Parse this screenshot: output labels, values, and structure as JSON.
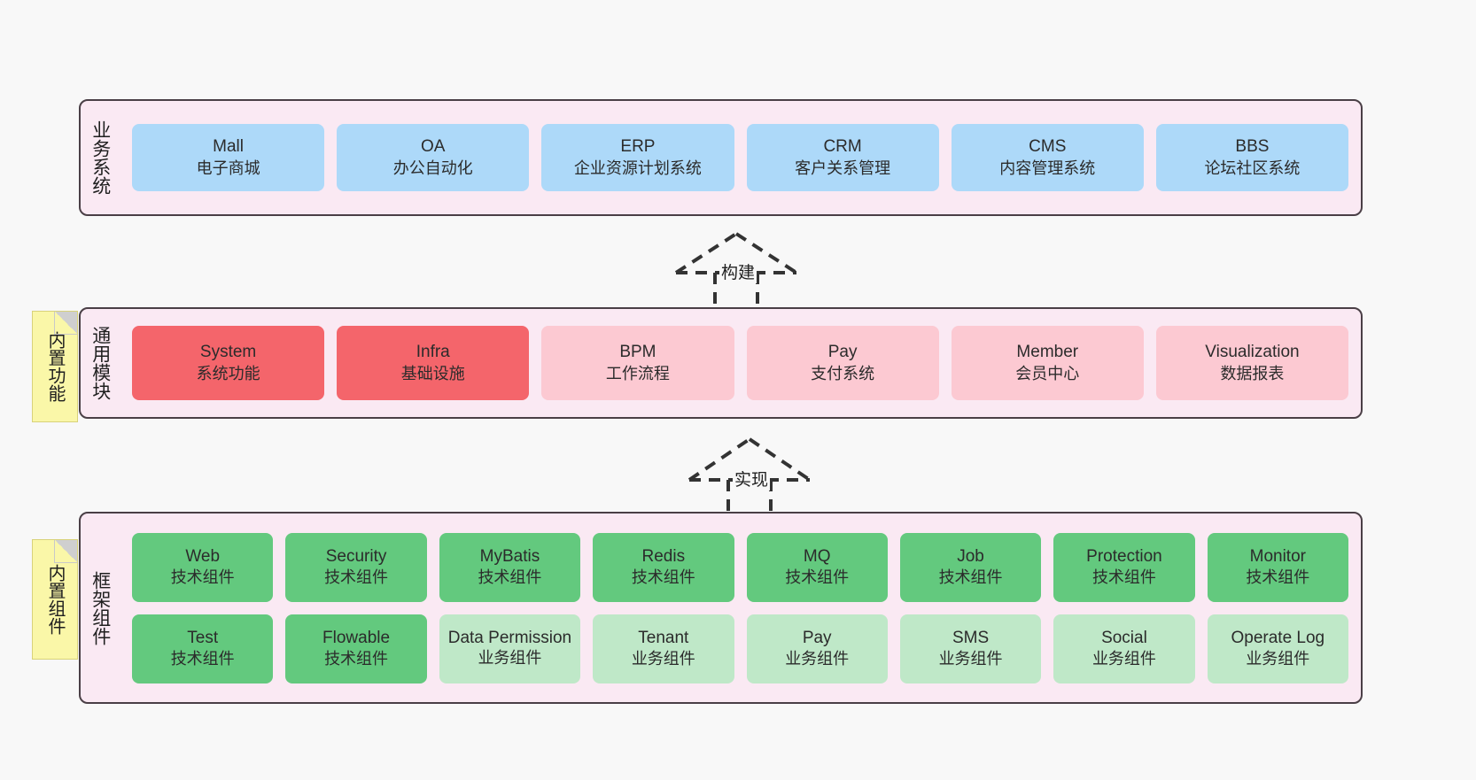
{
  "layers": [
    {
      "id": "business-system",
      "title": "业务系统",
      "rows": [
        {
          "cards": [
            {
              "name": "Mall",
              "sub": "电子商城",
              "color": "#ADD9F9",
              "style": "c-blue"
            },
            {
              "name": "OA",
              "sub": "办公自动化",
              "color": "#ADD9F9",
              "style": "c-blue"
            },
            {
              "name": "ERP",
              "sub": "企业资源计划系统",
              "color": "#ADD9F9",
              "style": "c-blue"
            },
            {
              "name": "CRM",
              "sub": "客户关系管理",
              "color": "#ADD9F9",
              "style": "c-blue"
            },
            {
              "name": "CMS",
              "sub": "内容管理系统",
              "color": "#ADD9F9",
              "style": "c-blue"
            },
            {
              "name": "BBS",
              "sub": "论坛社区系统",
              "color": "#ADD9F9",
              "style": "c-blue"
            }
          ]
        }
      ]
    },
    {
      "id": "common-module",
      "title": "通用模块",
      "sticky": "内置功能",
      "rows": [
        {
          "cards": [
            {
              "name": "System",
              "sub": "系统功能",
              "color": "#F4656B",
              "style": "c-red"
            },
            {
              "name": "Infra",
              "sub": "基础设施",
              "color": "#F4656B",
              "style": "c-red"
            },
            {
              "name": "BPM",
              "sub": "工作流程",
              "color": "#FCC9D2",
              "style": "c-pink"
            },
            {
              "name": "Pay",
              "sub": "支付系统",
              "color": "#FCC9D2",
              "style": "c-pink"
            },
            {
              "name": "Member",
              "sub": "会员中心",
              "color": "#FCC9D2",
              "style": "c-pink"
            },
            {
              "name": "Visualization",
              "sub": "数据报表",
              "color": "#FCC9D2",
              "style": "c-pink"
            }
          ]
        }
      ]
    },
    {
      "id": "framework-component",
      "title": "框架组件",
      "sticky": "内置组件",
      "rows": [
        {
          "cards": [
            {
              "name": "Web",
              "sub": "技术组件",
              "color": "#63C97E",
              "style": "c-green"
            },
            {
              "name": "Security",
              "sub": "技术组件",
              "color": "#63C97E",
              "style": "c-green"
            },
            {
              "name": "MyBatis",
              "sub": "技术组件",
              "color": "#63C97E",
              "style": "c-green"
            },
            {
              "name": "Redis",
              "sub": "技术组件",
              "color": "#63C97E",
              "style": "c-green"
            },
            {
              "name": "MQ",
              "sub": "技术组件",
              "color": "#63C97E",
              "style": "c-green"
            },
            {
              "name": "Job",
              "sub": "技术组件",
              "color": "#63C97E",
              "style": "c-green"
            },
            {
              "name": "Protection",
              "sub": "技术组件",
              "color": "#63C97E",
              "style": "c-green"
            },
            {
              "name": "Monitor",
              "sub": "技术组件",
              "color": "#63C97E",
              "style": "c-green"
            }
          ]
        },
        {
          "cards": [
            {
              "name": "Test",
              "sub": "技术组件",
              "color": "#63C97E",
              "style": "c-green"
            },
            {
              "name": "Flowable",
              "sub": "技术组件",
              "color": "#63C97E",
              "style": "c-green"
            },
            {
              "name": "Data Permission",
              "sub": "业务组件",
              "color": "#BFE8C8",
              "style": "c-lightgreen"
            },
            {
              "name": "Tenant",
              "sub": "业务组件",
              "color": "#BFE8C8",
              "style": "c-lightgreen"
            },
            {
              "name": "Pay",
              "sub": "业务组件",
              "color": "#BFE8C8",
              "style": "c-lightgreen"
            },
            {
              "name": "SMS",
              "sub": "业务组件",
              "color": "#BFE8C8",
              "style": "c-lightgreen"
            },
            {
              "name": "Social",
              "sub": "业务组件",
              "color": "#BFE8C8",
              "style": "c-lightgreen"
            },
            {
              "name": "Operate Log",
              "sub": "业务组件",
              "color": "#BFE8C8",
              "style": "c-lightgreen"
            }
          ]
        }
      ]
    }
  ],
  "connectors": [
    {
      "id": "build",
      "label": "构建"
    },
    {
      "id": "implement",
      "label": "实现"
    }
  ],
  "palette": {
    "background": "#F8F8F8",
    "panel_fill": "#FAE9F3",
    "panel_border": "#4A3F46",
    "sticky_fill": "#FAF7A8",
    "blue": "#ADD9F9",
    "red": "#F4656B",
    "pink": "#FCC9D2",
    "green": "#63C97E",
    "light_green": "#BFE8C8",
    "text": "#1F1F1F"
  }
}
